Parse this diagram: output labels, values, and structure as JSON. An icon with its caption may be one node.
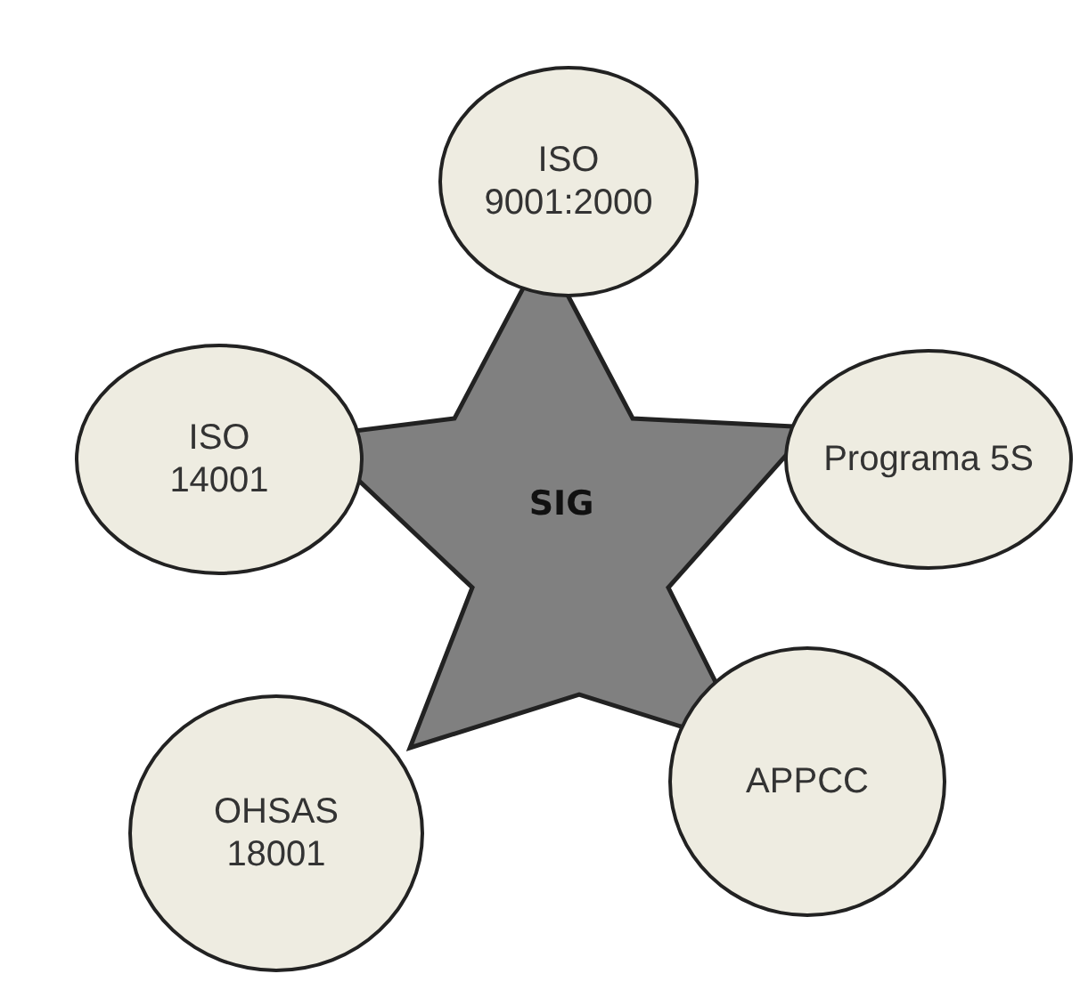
{
  "diagram": {
    "nodes": [
      {
        "text": [
          "ISO 9001:2000"
        ]
      },
      {
        "text": [
          "ISO 14001"
        ]
      },
      {
        "text": [
          "Programa 5S"
        ]
      },
      {
        "text": [
          "SIG"
        ]
      },
      {
        "text": [
          "OHSAS 18001"
        ]
      },
      {
        "text": [
          "APPCC"
        ]
      }
    ]
  }
}
